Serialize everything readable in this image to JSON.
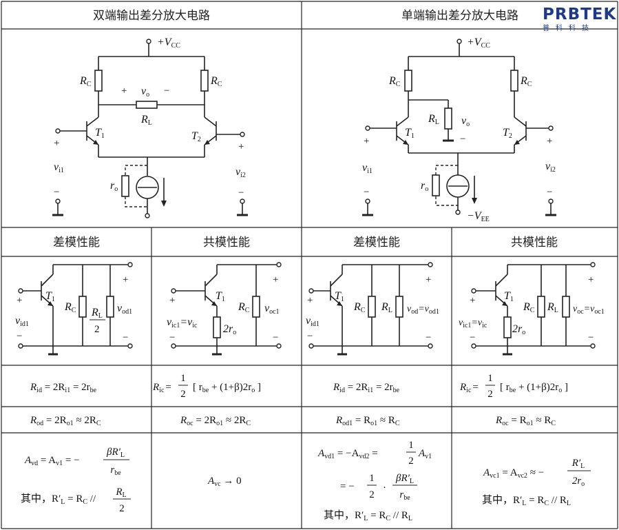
{
  "headers": {
    "double_ended": "双端输出差分放大电路",
    "single_ended": "单端输出差分放大电路",
    "diff_mode": "差模性能",
    "common_mode": "共模性能"
  },
  "logo": {
    "main": "PRBTEK",
    "sub": "普科科技"
  },
  "circuit_labels": {
    "vcc": "+V",
    "vcc_sub": "CC",
    "vee": "−V",
    "vee_sub": "EE",
    "rc": "R",
    "rc_sub": "C",
    "rl": "R",
    "rl_sub": "L",
    "ro": "r",
    "ro_sub": "o",
    "vo": "v",
    "vo_sub": "o",
    "t1": "T",
    "t1_sub": "1",
    "t2": "T",
    "t2_sub": "2",
    "vi1": "v",
    "vi1_sub": "i1",
    "vi2": "v",
    "vi2_sub": "i2",
    "plus": "+",
    "minus": "−",
    "two_ro": "2r",
    "two_ro_sub": "o",
    "rl_half_num": "R",
    "rl_half_den": "2",
    "vod1": "v",
    "vod1_sub": "od1",
    "voc1": "v",
    "voc1_sub": "oc1",
    "vid1": "v",
    "vid1_sub": "id1",
    "vic1": "v",
    "vic1_sub": "ic1",
    "vic": "=v",
    "vic_sub": "ic",
    "vod_eq": "v",
    "vod_eq_sub": "od",
    "vod_eq_rest": "=v",
    "vod_eq_rest_sub": "od1",
    "voc_eq": "v",
    "voc_eq_sub": "oc",
    "voc_eq_rest": "=v",
    "voc_eq_rest_sub": "oc1"
  },
  "formulas": {
    "rid_a": "R",
    "rid_a_sub": "id",
    "rid_a_rest": " = 2R",
    "rid_a_rest_sub": "i1",
    "rid_a_end": " = 2r",
    "rid_a_end_sub": "be",
    "ric_a": "R",
    "ric_a_sub": "ic",
    "ric_a_eq": "=",
    "half_num": "1",
    "half_den": "2",
    "ric_a_bracket": "[ r",
    "ric_a_bracket_sub": "be",
    "ric_a_bracket_rest": " + (1+β)2r",
    "ric_a_bracket_rest_sub": "o",
    "ric_a_close": " ]",
    "rod_a": "R",
    "rod_a_sub": "od",
    "rod_a_rest": " = 2R",
    "rod_a_rest_sub": "o1",
    "rod_a_end": " ≈ 2R",
    "rod_a_end_sub": "C",
    "roc_a": "R",
    "roc_a_sub": "oc",
    "roc_a_rest": " = 2R",
    "roc_a_rest_sub": "o1",
    "roc_a_end": " ≈ 2R",
    "roc_a_end_sub": "C",
    "rod_b": "R",
    "rod_b_sub": "od1",
    "rod_b_rest": " = R",
    "rod_b_rest_sub": "o1",
    "rod_b_end": " ≈ R",
    "rod_b_end_sub": "C",
    "roc_b": "R",
    "roc_b_sub": "oc",
    "roc_b_rest": " = R",
    "roc_b_rest_sub": "o1",
    "roc_b_end": " ≈ R",
    "roc_b_end_sub": "C",
    "avd": "A",
    "avd_sub": "vd",
    "avd_rest": " = A",
    "avd_rest_sub": "v1",
    "avd_eq": " = −",
    "beta_rl": "βR′",
    "beta_rl_sub": "L",
    "rbe": "r",
    "rbe_sub": "be",
    "where": "其中，R′",
    "where_sub": "L",
    "where_rest": " = R",
    "where_rest_sub": "C",
    "where_par": " // ",
    "frac_rl": "R",
    "frac_rl_sub": "L",
    "frac_two": "2",
    "avc": "A",
    "avc_sub": "vc",
    "avc_rest": " → 0",
    "avd1": "A",
    "avd1_sub": "vd1",
    "avd1_rest": " = −A",
    "avd1_rest_sub": "vd2",
    "avd1_eq": " =",
    "av1": "A",
    "av1_sub": "v1",
    "eq_minus": "= −",
    "dot": "·",
    "where2": "其中，R′",
    "where2_sub": "L",
    "where2_rest": " = R",
    "where2_rest_sub": "C",
    "where2_par": " // R",
    "where2_par_sub": "L",
    "avc1": "A",
    "avc1_sub": "vc1",
    "avc1_rest": " = A",
    "avc1_rest_sub": "vc2",
    "avc1_eq": " ≈ −",
    "rlp": "R′",
    "rlp_sub": "L",
    "two_ro": "2r",
    "two_ro_sub": "o",
    "where3": "其中，R′",
    "where3_sub": "L",
    "where3_rest": " = R",
    "where3_rest_sub": "C",
    "where3_par": " // R",
    "where3_par_sub": "L"
  }
}
